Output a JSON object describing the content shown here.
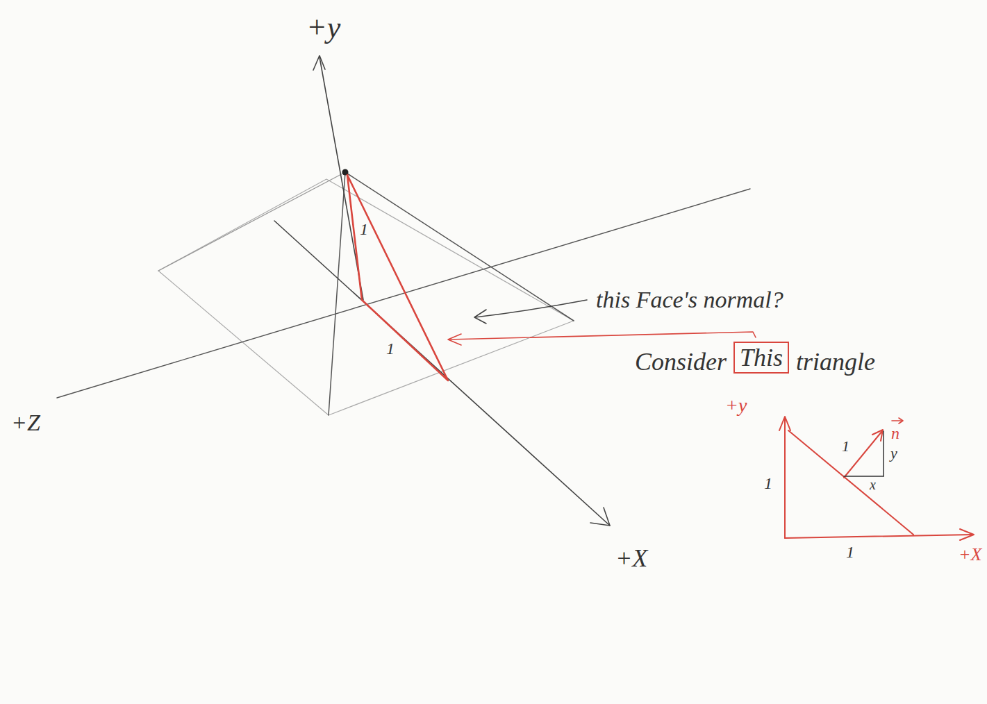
{
  "diagram": {
    "nodes": [
      {
        "text": [
          "This"
        ]
      }
    ],
    "labels": [
      "+y",
      "this Face's normal?",
      "1",
      "1",
      "Consider",
      "triangle",
      "+Z",
      "+y",
      "1",
      "n",
      "y",
      "1",
      "x",
      "+X",
      "1",
      "+X"
    ]
  }
}
